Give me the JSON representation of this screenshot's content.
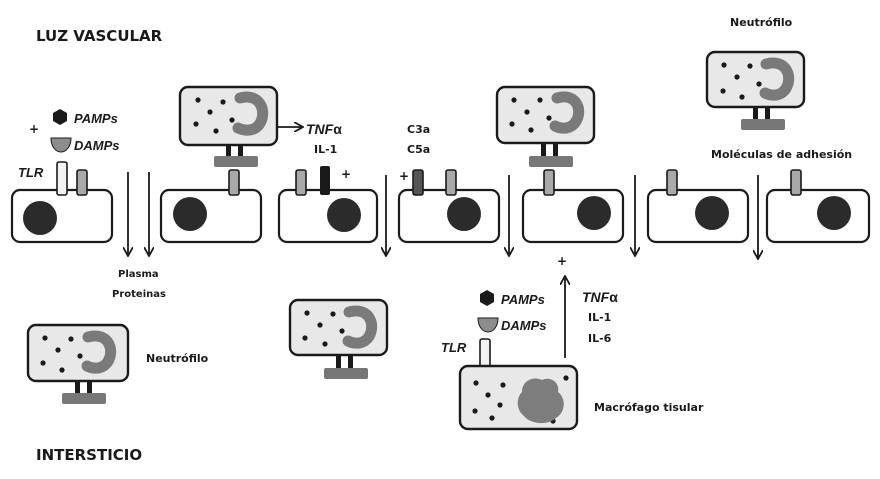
{
  "labels": {
    "luz_vascular": "LUZ VASCULAR",
    "intersticio": "INTERSTICIO",
    "neutrofilo_top": "Neutrófilo",
    "neutrofilo_left": "Neutrófilo",
    "moleculas": "Moléculas de adhesión",
    "macrofago": "Macrófago tisular",
    "plasma": "Plasma",
    "proteinas": "Proteinas",
    "c3a": "C3a",
    "c5a": "C5a",
    "plus": "+"
  },
  "left_stimuli": {
    "pamps": "PAMPs",
    "damps": "DAMPs",
    "tlr": "TLR"
  },
  "top_cytokines": {
    "tnf": "TNF",
    "alpha": "α",
    "il1": "IL-1"
  },
  "macrophage_stimuli": {
    "pamps": "PAMPs",
    "damps": "DAMPs",
    "tlr": "TLR",
    "tnf": "TNF",
    "alpha": "α",
    "il1": "IL-1",
    "il6": "IL-6"
  }
}
